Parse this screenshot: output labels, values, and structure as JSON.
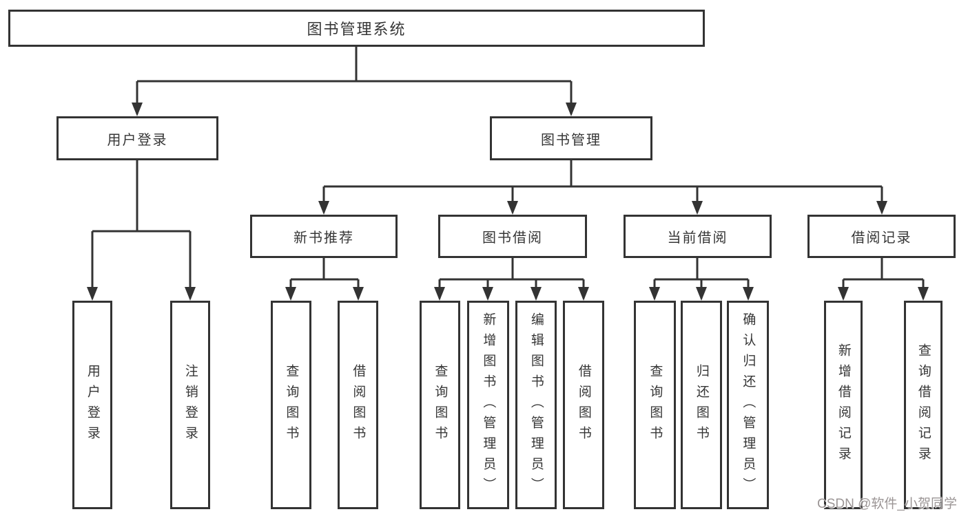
{
  "tree": {
    "label": "图书管理系统",
    "children": [
      {
        "label": "用户登录",
        "children": [
          {
            "label": "用户登录"
          },
          {
            "label": "注销登录"
          }
        ]
      },
      {
        "label": "图书管理",
        "children": [
          {
            "label": "新书推荐",
            "children": [
              {
                "label": "查询图书"
              },
              {
                "label": "借阅图书"
              }
            ]
          },
          {
            "label": "图书借阅",
            "children": [
              {
                "label": "查询图书"
              },
              {
                "label": "新增图书（管理员）"
              },
              {
                "label": "编辑图书（管理员）"
              },
              {
                "label": "借阅图书"
              }
            ]
          },
          {
            "label": "当前借阅",
            "children": [
              {
                "label": "查询图书"
              },
              {
                "label": "归还图书"
              },
              {
                "label": "确认归还（管理员）"
              }
            ]
          },
          {
            "label": "借阅记录",
            "children": [
              {
                "label": "新增借阅记录"
              },
              {
                "label": "查询借阅记录"
              }
            ]
          }
        ]
      }
    ]
  },
  "watermark": {
    "text": "CSDN @软件_小贺同学"
  },
  "colors": {
    "line": "#333333",
    "box_border": "#333333",
    "text": "#363636",
    "background": "#ffffff",
    "watermark": "#8d8686"
  }
}
